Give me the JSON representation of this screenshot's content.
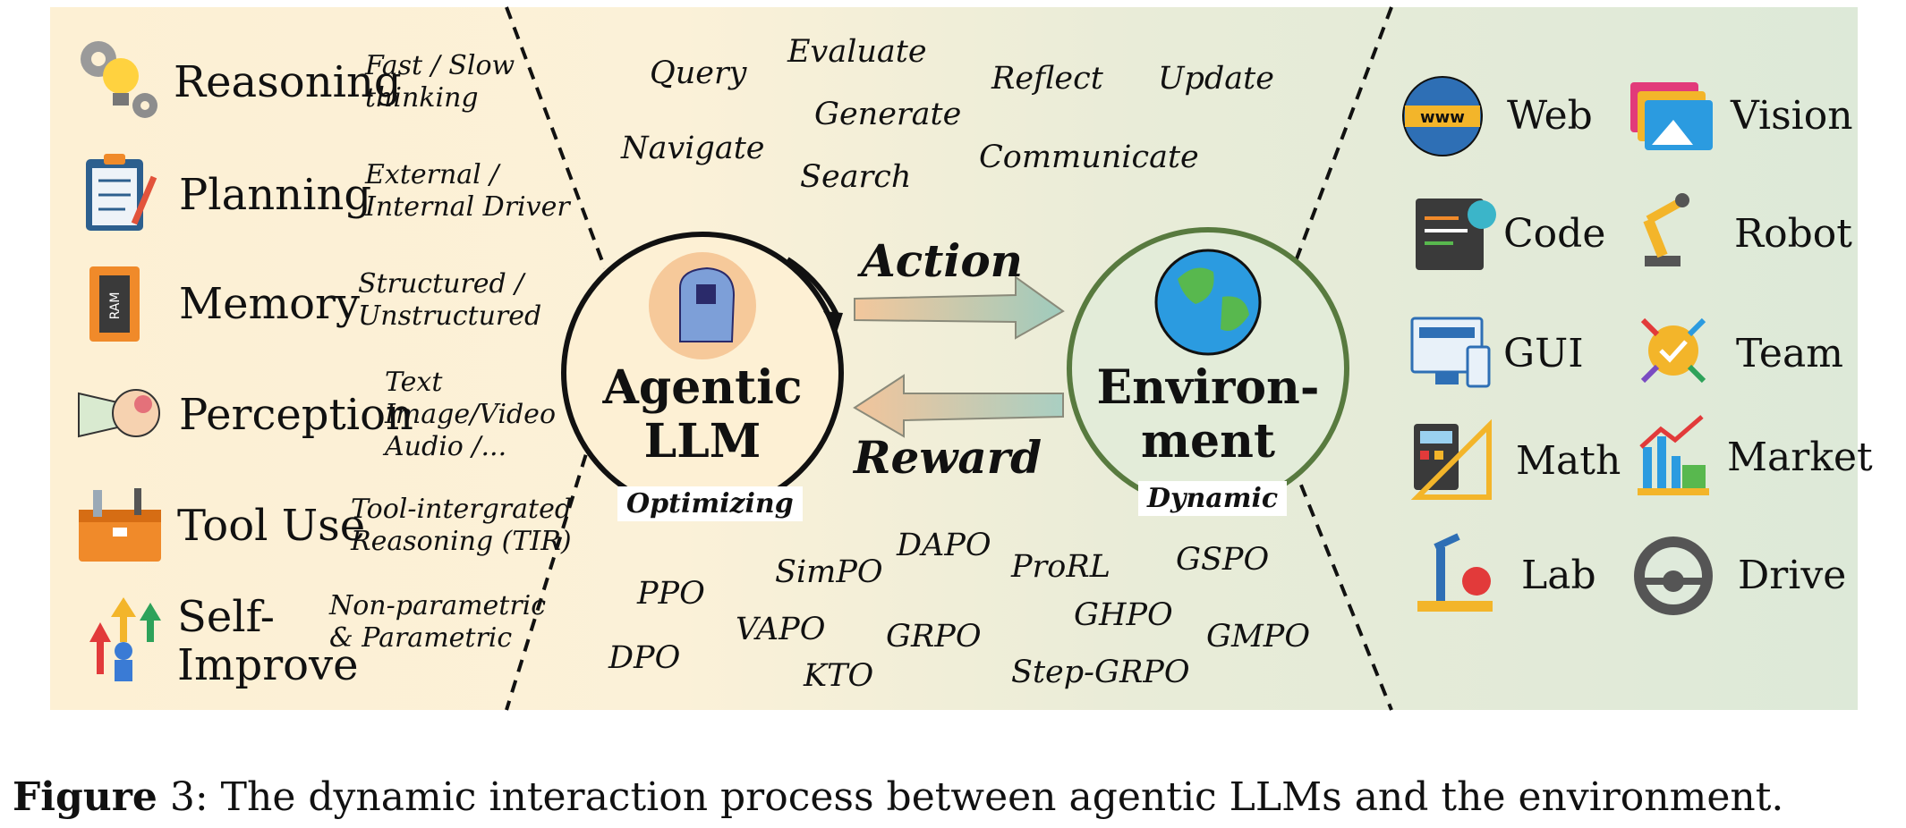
{
  "capabilities": [
    {
      "label": "Reasoning",
      "desc": "Fast / Slow\nthinking",
      "icon": "gear-bulb-icon"
    },
    {
      "label": "Planning",
      "desc": "External /\nInternal Driver",
      "icon": "clipboard-pen-icon"
    },
    {
      "label": "Memory",
      "desc": "Structured /\nUnstructured",
      "icon": "ram-chip-icon"
    },
    {
      "label": "Perception",
      "desc": "Text\nImage/Video\nAudio /...",
      "icon": "head-perception-icon"
    },
    {
      "label": "Tool Use",
      "desc": "Tool-intergrated\nReasoning (TIR)",
      "icon": "toolbox-icon"
    },
    {
      "label_line1": "Self-",
      "label_line2": "Improve",
      "desc": "Non-parametric\n& Parametric",
      "icon": "self-improve-icon"
    }
  ],
  "verbs": [
    "Query",
    "Evaluate",
    "Reflect",
    "Update",
    "Generate",
    "Navigate",
    "Search",
    "Communicate"
  ],
  "agent": {
    "line1": "Agentic",
    "line2": "LLM",
    "tag": "Optimizing",
    "icon": "ai-head-icon"
  },
  "environment": {
    "line1": "Environ-",
    "line2": "ment",
    "tag": "Dynamic",
    "icon": "globe-icon"
  },
  "arrows": {
    "action": "Action",
    "reward": "Reward"
  },
  "algorithms": [
    "DAPO",
    "SimPO",
    "ProRL",
    "GSPO",
    "PPO",
    "GHPO",
    "VAPO",
    "GRPO",
    "GMPO",
    "DPO",
    "KTO",
    "Step-GRPO"
  ],
  "environments": [
    {
      "label": "Web",
      "icon": "www-globe-icon"
    },
    {
      "label": "Vision",
      "icon": "image-stack-icon"
    },
    {
      "label": "Code",
      "icon": "code-editor-icon"
    },
    {
      "label": "Robot",
      "icon": "robot-arm-icon"
    },
    {
      "label": "GUI",
      "icon": "gui-screens-icon"
    },
    {
      "label": "Team",
      "icon": "team-hands-icon"
    },
    {
      "label": "Math",
      "icon": "calculator-ruler-icon"
    },
    {
      "label": "Market",
      "icon": "market-chart-icon"
    },
    {
      "label": "Lab",
      "icon": "microscope-icon"
    },
    {
      "label": "Drive",
      "icon": "steering-wheel-icon"
    }
  ],
  "caption": {
    "prefix": "Figure",
    "text": " 3: The dynamic interaction process between agentic LLMs and the environment."
  },
  "colors": {
    "left_panel": "#fdf1d6",
    "right_panel": "#dfeadb",
    "agent_circle": "#111111",
    "env_circle": "#587a3f"
  }
}
